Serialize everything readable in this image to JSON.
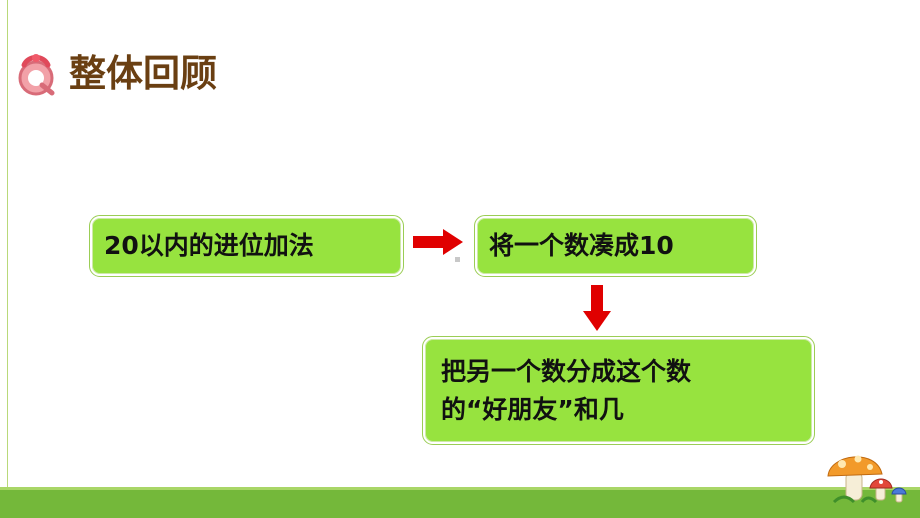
{
  "header": {
    "title": "整体回顾",
    "icon": "q-badge-icon"
  },
  "flow": {
    "box_a": "20以内的进位加法",
    "box_b": "将一个数凑成10",
    "box_c_line1": "把另一个数分成这个数",
    "box_c_line2": "的“好朋友”和几"
  },
  "colors": {
    "box_fill": "#97e33f",
    "arrow": "#e00000",
    "title": "#6a3f12",
    "ground": "#74b83a"
  },
  "decorations": {
    "mushroom": "mushroom-cluster-icon"
  }
}
